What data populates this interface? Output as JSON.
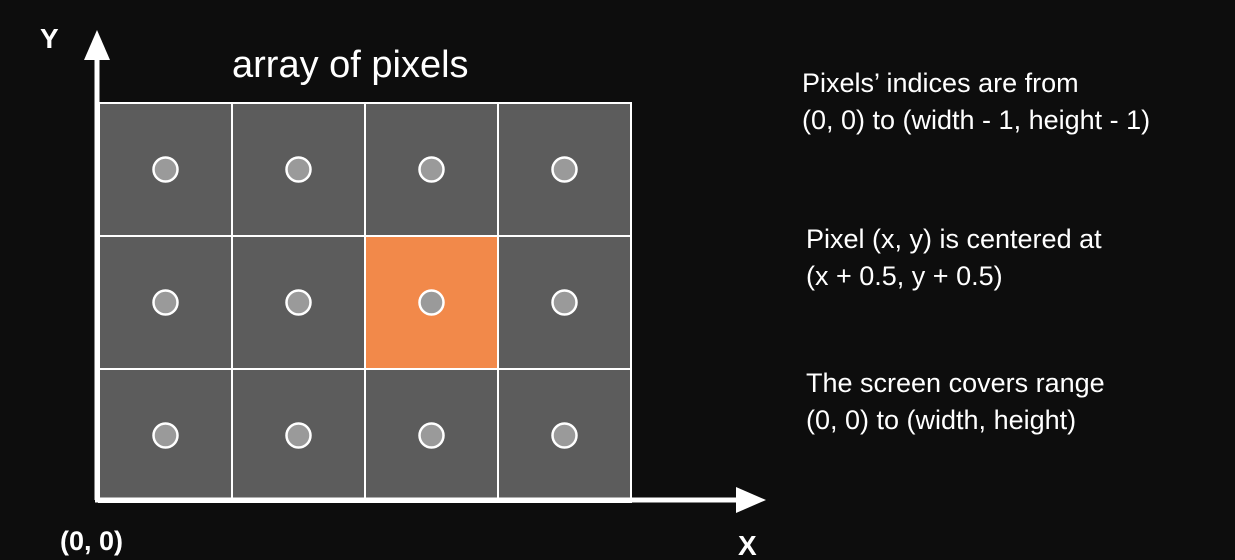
{
  "diagram": {
    "title": "array of pixels",
    "y_axis_label": "Y",
    "x_axis_label": "X",
    "origin_label": "(0, 0)",
    "grid": {
      "columns": 4,
      "rows": 3,
      "highlighted_cell": {
        "column": 2,
        "row": 1
      },
      "cell_color": "#5c5c5c",
      "highlight_color": "#f2894a",
      "grid_line_color": "#ffffff",
      "dot_fill_color": "#9a9a9a",
      "dot_stroke_color": "#ffffff"
    },
    "axis_color": "#ffffff"
  },
  "notes": [
    {
      "line1": "Pixels’ indices are from",
      "line2": "(0, 0) to (width - 1, height - 1)"
    },
    {
      "line1": "Pixel (x, y) is centered at",
      "line2": "(x + 0.5, y + 0.5)"
    },
    {
      "line1": "The screen covers range",
      "line2": "(0, 0) to (width, height)"
    }
  ],
  "colors": {
    "background": "#0d0d0d",
    "text": "#ffffff"
  }
}
